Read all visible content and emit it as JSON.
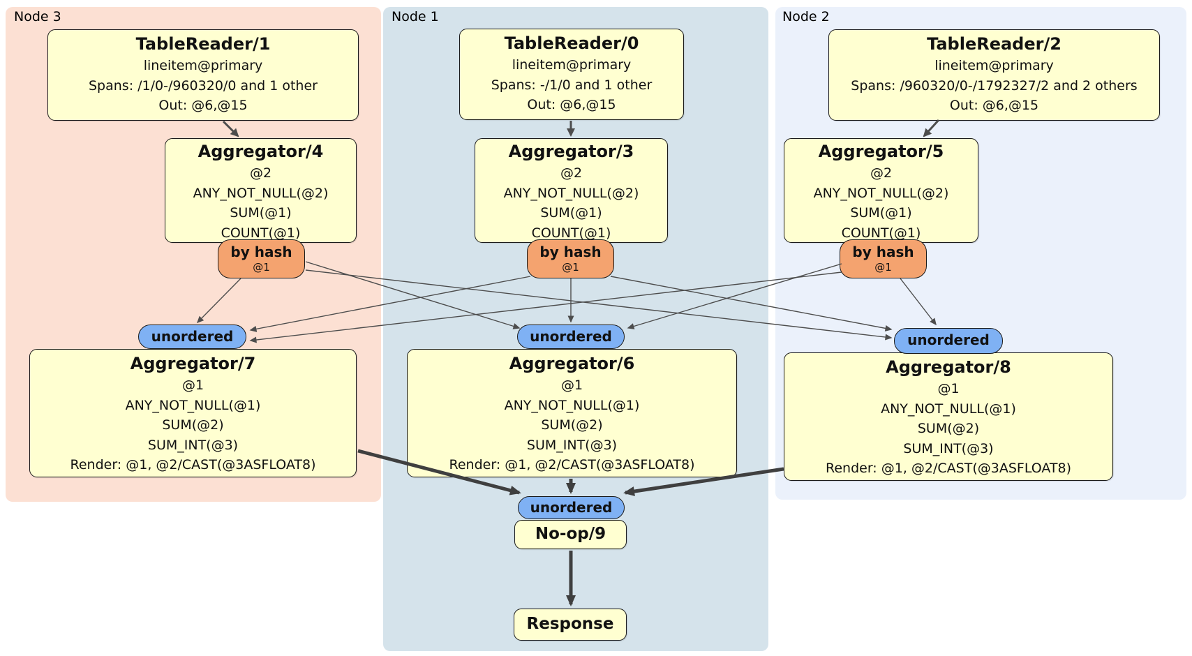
{
  "regions": {
    "node3": {
      "label": "Node 3"
    },
    "node1": {
      "label": "Node 1"
    },
    "node2": {
      "label": "Node 2"
    }
  },
  "processors": {
    "tablereader1": {
      "title": "TableReader/1",
      "lines": [
        "lineitem@primary",
        "Spans: /1/0-/960320/0 and 1 other",
        "Out: @6,@15"
      ]
    },
    "tablereader0": {
      "title": "TableReader/0",
      "lines": [
        "lineitem@primary",
        "Spans: -/1/0 and 1 other",
        "Out: @6,@15"
      ]
    },
    "tablereader2": {
      "title": "TableReader/2",
      "lines": [
        "lineitem@primary",
        "Spans: /960320/0-/1792327/2 and 2 others",
        "Out: @6,@15"
      ]
    },
    "aggregator4": {
      "title": "Aggregator/4",
      "lines": [
        "@2",
        "ANY_NOT_NULL(@2)",
        "SUM(@1)",
        "COUNT(@1)"
      ]
    },
    "aggregator3": {
      "title": "Aggregator/3",
      "lines": [
        "@2",
        "ANY_NOT_NULL(@2)",
        "SUM(@1)",
        "COUNT(@1)"
      ]
    },
    "aggregator5": {
      "title": "Aggregator/5",
      "lines": [
        "@2",
        "ANY_NOT_NULL(@2)",
        "SUM(@1)",
        "COUNT(@1)"
      ]
    },
    "aggregator7": {
      "title": "Aggregator/7",
      "lines": [
        "@1",
        "ANY_NOT_NULL(@1)",
        "SUM(@2)",
        "SUM_INT(@3)",
        "Render: @1, @2/CAST(@3ASFLOAT8)"
      ]
    },
    "aggregator6": {
      "title": "Aggregator/6",
      "lines": [
        "@1",
        "ANY_NOT_NULL(@1)",
        "SUM(@2)",
        "SUM_INT(@3)",
        "Render: @1, @2/CAST(@3ASFLOAT8)"
      ]
    },
    "aggregator8": {
      "title": "Aggregator/8",
      "lines": [
        "@1",
        "ANY_NOT_NULL(@1)",
        "SUM(@2)",
        "SUM_INT(@3)",
        "Render: @1, @2/CAST(@3ASFLOAT8)"
      ]
    },
    "noop": {
      "title": "No-op/9"
    },
    "response": {
      "title": "Response"
    }
  },
  "router": {
    "label": "by hash",
    "column": "@1"
  },
  "sync": {
    "label": "unordered"
  },
  "colors": {
    "node3_bg": "#fce0d3",
    "node1_bg": "#d5e3eb",
    "node2_bg": "#ebf1fb",
    "processor_fill": "#ffffd1",
    "router_fill": "#f4a36f",
    "sync_fill": "#7fb1f4",
    "edge": "#4d4d4d"
  }
}
